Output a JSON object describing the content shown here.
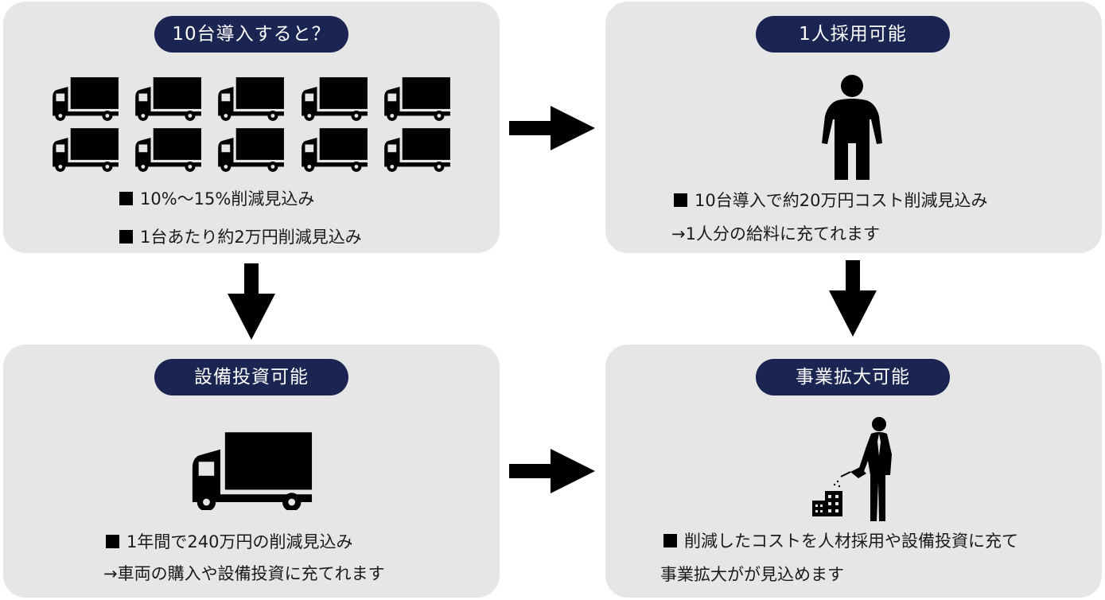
{
  "panels": {
    "top_left": {
      "title": "10台導入すると？",
      "line1": "10%～15%削減見込み",
      "line2": "1台あたり約2万円削減見込み",
      "truck_count": 10
    },
    "top_right": {
      "title": "1人採用可能",
      "line1": "10台導入で約20万円コスト削減見込み",
      "line2": "→1人分の給料に充てれます"
    },
    "bottom_left": {
      "title": "設備投資可能",
      "line1": "1年間で240万円の削減見込み",
      "line2": "→車両の購入や設備投資に充てれます"
    },
    "bottom_right": {
      "title": "事業拡大可能",
      "line1": "削減したコストを人材採用や設備投資に充て",
      "line2": "事業拡大がが見込めます"
    }
  },
  "colors": {
    "panel_bg": "#e6e6e6",
    "pill_bg": "#1b2552",
    "pill_text": "#ffffff",
    "icon": "#000000"
  }
}
